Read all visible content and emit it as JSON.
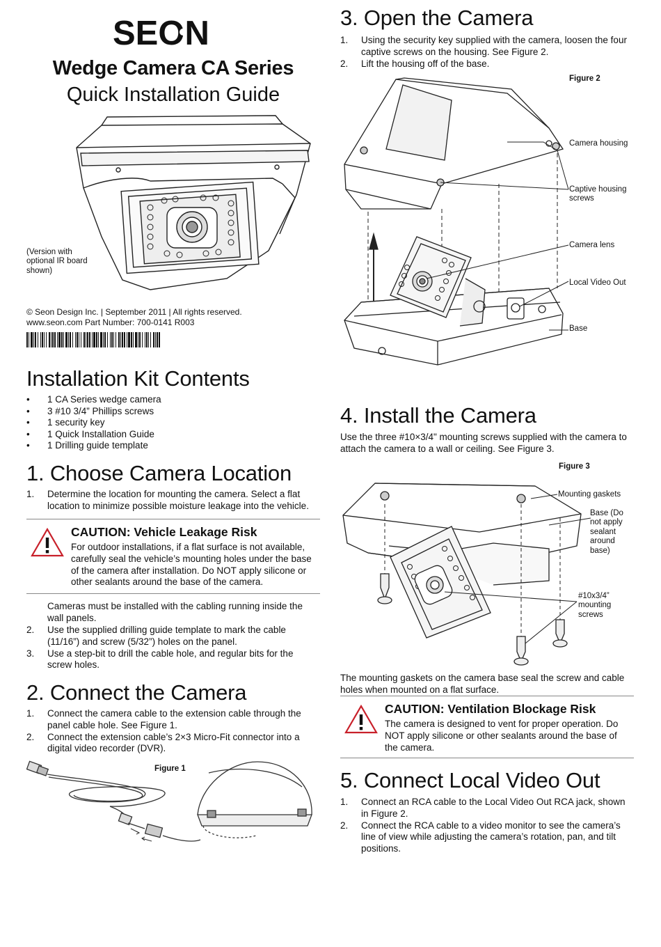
{
  "brand": {
    "logo_text": "SEON"
  },
  "title": "Wedge Camera CA Series",
  "subtitle": "Quick Installation Guide",
  "hero_caption": "(Version with optional IR board shown)",
  "copyright_line": "© Seon Design Inc. | September 2011 | All rights reserved.",
  "web_part_line": "www.seon.com   Part Number: 700-0141 R003",
  "kit": {
    "heading": "Installation Kit Contents",
    "items": [
      "1 CA Series wedge camera",
      "3 #10 3/4” Phillips screws",
      "1 security key",
      "1 Quick Installation Guide",
      "1 Drilling guide template"
    ]
  },
  "s1": {
    "heading": "1. Choose Camera Location",
    "step1_num": "1.",
    "step1": "Determine the location for mounting the camera. Select a flat location to minimize possible moisture leakage into the vehicle.",
    "caution_title": "CAUTION: Vehicle Leakage Risk",
    "caution_body": "For outdoor installations, if a flat surface is not available, carefully seal the vehicle’s mounting holes under the base of the camera after installation. Do NOT apply silicone or other sealants around the base of the camera.",
    "note": "Cameras must be installed with the cabling running inside the wall panels.",
    "step2_num": "2.",
    "step2": "Use the supplied drilling guide template to mark the cable (11/16”) and screw (5/32”) holes on the panel.",
    "step3_num": "3.",
    "step3": "Use a step-bit to drill the cable hole, and regular bits for the screw holes."
  },
  "s2": {
    "heading": "2. Connect the Camera",
    "step1_num": "1.",
    "step1": "Connect the camera cable to the extension cable through the panel cable hole. See Figure 1.",
    "step2_num": "2.",
    "step2": "Connect the extension cable’s 2×3 Micro-Fit connector into a digital video recorder (DVR).",
    "figure_label": "Figure 1"
  },
  "s3": {
    "heading": "3. Open the Camera",
    "step1_num": "1.",
    "step1": "Using the security key supplied with the camera, loosen the four captive screws on the housing. See Figure 2.",
    "step2_num": "2.",
    "step2": "Lift the housing off of the base.",
    "figure_label": "Figure 2",
    "callouts": {
      "housing": "Camera housing",
      "screws": "Captive housing screws",
      "lens": "Camera lens",
      "video": "Local Video Out",
      "base": "Base"
    }
  },
  "s4": {
    "heading": "4. Install the Camera",
    "intro": "Use the three #10×3/4\" mounting screws supplied with the camera to attach the camera to a wall or ceiling. See Figure 3.",
    "figure_label": "Figure 3",
    "callouts": {
      "gaskets": "Mounting gaskets",
      "base": "Base (Do not apply sealant around base)",
      "screws": "#10x3/4” mounting screws"
    },
    "after": "The mounting gaskets on the camera base seal the screw and cable holes when mounted on a flat surface.",
    "caution_title": "CAUTION: Ventilation Blockage Risk",
    "caution_body": "The camera is designed to vent for proper operation. Do NOT apply silicone or other sealants around the base of the camera."
  },
  "s5": {
    "heading": "5. Connect Local Video Out",
    "step1_num": "1.",
    "step1": "Connect an RCA cable to the Local Video Out RCA jack, shown in Figure 2.",
    "step2_num": "2.",
    "step2": "Connect the RCA cable to a video monitor to see the camera’s line of view while adjusting the camera’s rotation, pan, and tilt positions."
  },
  "colors": {
    "caution_red": "#c8202a",
    "text": "#111111",
    "rule": "#888888"
  }
}
